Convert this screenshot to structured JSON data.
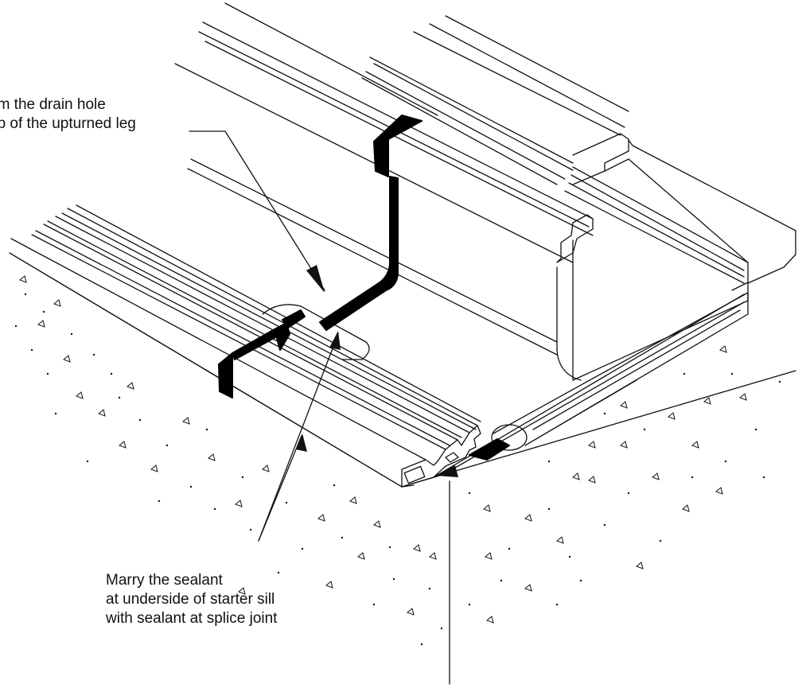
{
  "callouts": {
    "top": {
      "line1": "om the drain hole",
      "line2": "op of the upturned leg"
    },
    "bottom": {
      "line1": "Marry the sealant",
      "line2": "at underside of starter sill",
      "line3": "with sealant at splice joint"
    }
  },
  "colors": {
    "ink": "#111111",
    "paper": "#ffffff",
    "sealant": "#000000"
  }
}
